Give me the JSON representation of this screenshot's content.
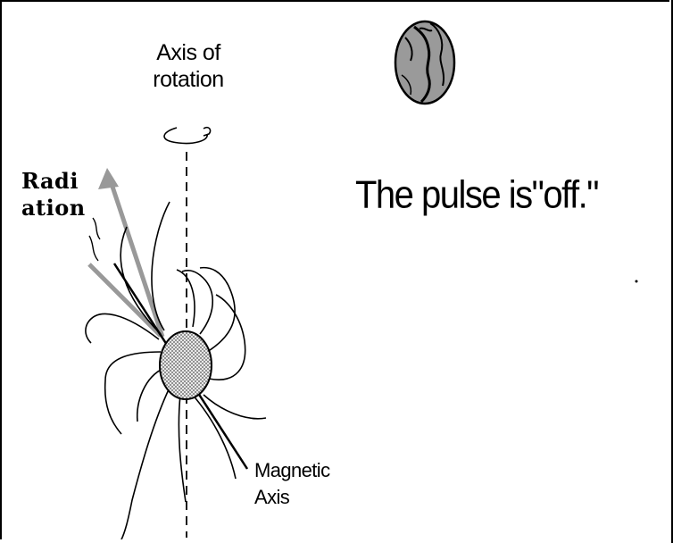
{
  "diagram": {
    "axis_label_line1": "Axis of",
    "axis_label_line2": "rotation",
    "radiation_label_line1": "Radi",
    "radiation_label_line2": "ation",
    "status_text": "The pulse is\"off.\"",
    "magnetic_label_line1": "Magnetic",
    "magnetic_label_line2": "Axis",
    "colors": {
      "radiation_beam": "#999999",
      "earth_fill": "#9a9a9a",
      "star_dots": "#555555",
      "lines": "#000000"
    },
    "icons": {
      "earth": "earth-globe-icon",
      "star": "neutron-star-icon"
    }
  }
}
